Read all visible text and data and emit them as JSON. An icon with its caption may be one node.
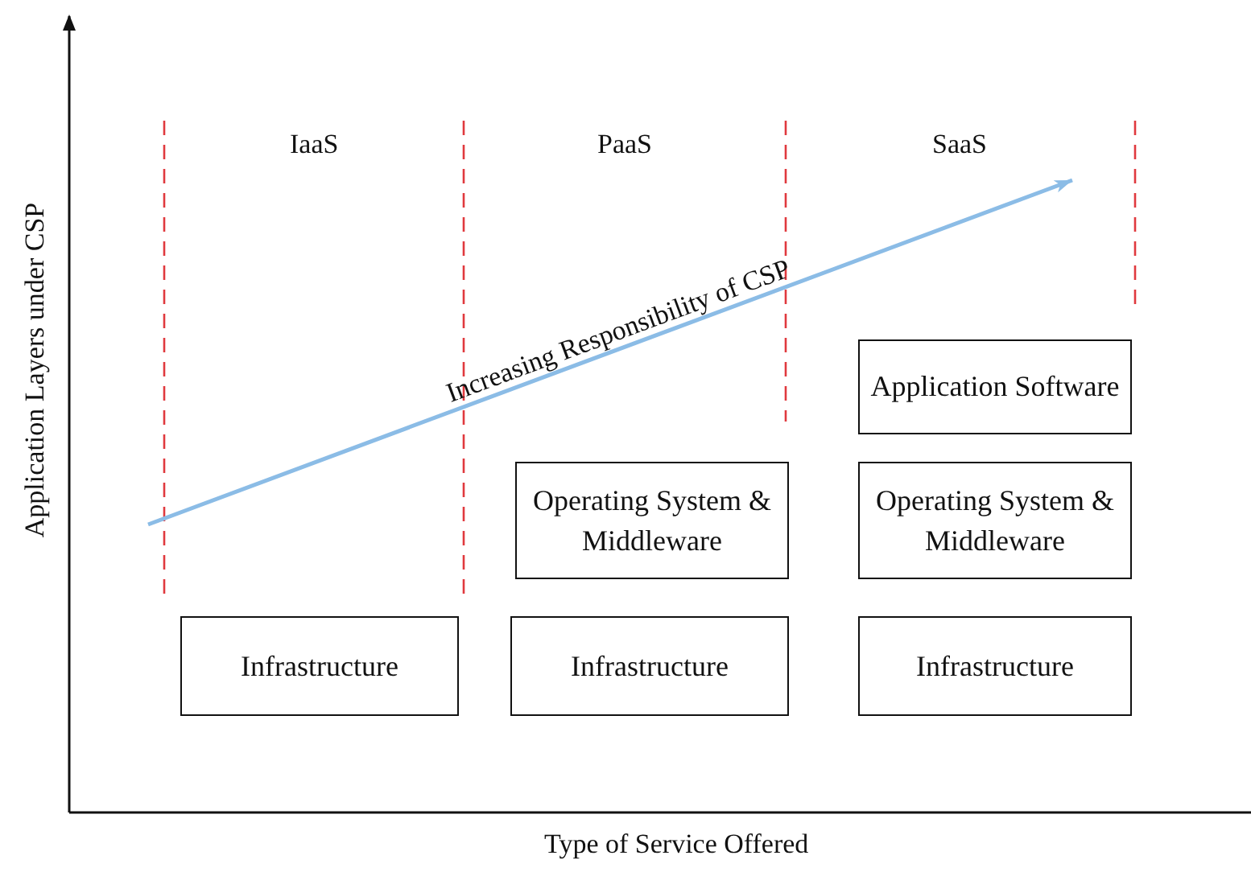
{
  "diagram": {
    "nodes": [
      {
        "text": [
          "Application Software"
        ]
      },
      {
        "text": [
          "Operating System & Middleware"
        ]
      },
      {
        "text": [
          "Operating System & Middleware"
        ]
      },
      {
        "text": [
          "Infrastructure"
        ]
      },
      {
        "text": [
          "Infrastructure"
        ]
      },
      {
        "text": [
          "Infrastructure"
        ]
      }
    ],
    "labels": [
      "IaaS",
      "PaaS",
      "SaaS",
      "Increasing Responsibility of CSP",
      "Application Layers under CSP",
      "Type of Service Offered"
    ]
  }
}
